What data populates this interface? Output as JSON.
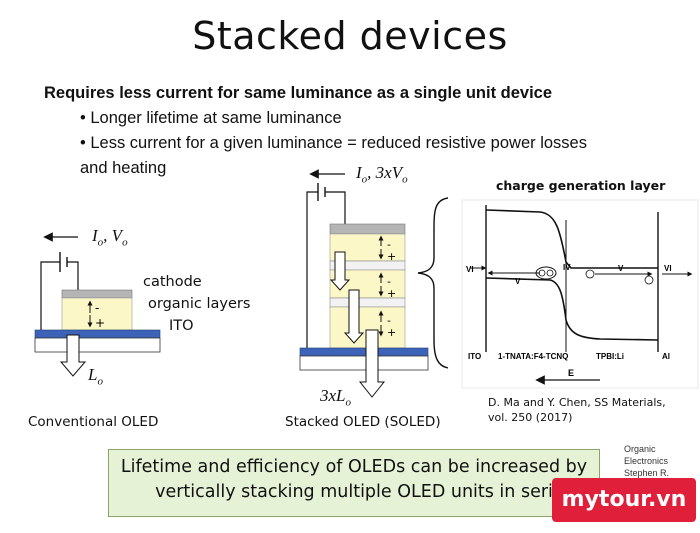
{
  "slide": {
    "title": "Stacked devices",
    "subheading": "Requires less current for same luminance as a single unit device",
    "bullets": [
      "• Longer lifetime at same luminance",
      "• Less current for a given luminance = reduced resistive power losses",
      "and heating"
    ]
  },
  "conventional": {
    "input_label": "I",
    "input_sub": "o",
    "input_sep": ", V",
    "input_sub2": "o",
    "output_label": "L",
    "output_sub": "o",
    "layer_cathode": "cathode",
    "layer_organic": "organic layers",
    "layer_ito": "ITO",
    "caption": "Conventional OLED",
    "minus": "-",
    "plus": "+"
  },
  "stacked": {
    "input_label": "I",
    "input_sub": "o",
    "input_sep": ", 3xV",
    "input_sub2": "o",
    "output_label": "3xL",
    "output_sub": "o",
    "caption": "Stacked OLED (SOLED)",
    "minus": "-",
    "plus": "+"
  },
  "cgl": {
    "title": "charge generation layer",
    "labels": {
      "vi_left": "VI",
      "v_left": "V",
      "iv": "IV",
      "v_right": "V",
      "vi_right": "VI",
      "ito": "ITO",
      "tnata": "1-TNATA:F4-TCNQ",
      "tpbi": "TPBI:Li",
      "al": "Al",
      "e": "E"
    },
    "reference": [
      "D. Ma and Y. Chen, SS Materials,",
      "vol. 250 (2017)"
    ]
  },
  "summary": {
    "line1": "Lifetime and efficiency of OLEDs can be increased by",
    "line2": "vertically stacking multiple OLED units in seri"
  },
  "credit": [
    "Organic Electronics",
    "Stephen R. Forrest"
  ],
  "watermark": "mytour.vn",
  "colors": {
    "organic": "#fbf7c6",
    "cathode": "#b5b5b5",
    "ito": "#3c63b8",
    "summary_bg": "#e6f2d5",
    "logo": "#e0203a"
  }
}
